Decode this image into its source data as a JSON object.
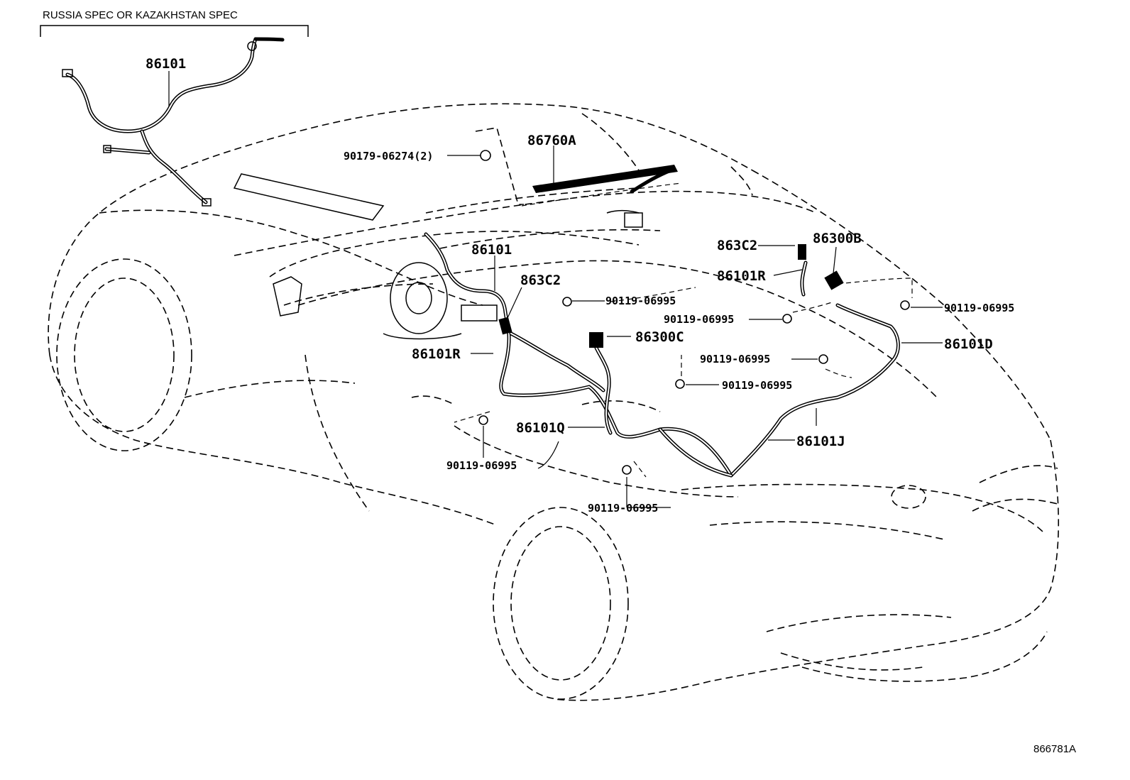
{
  "header": {
    "spec_note": "RUSSIA SPEC OR KAZAKHSTAN SPEC"
  },
  "figure_id": "866781A",
  "callouts": {
    "harness_russia": "86101",
    "nut": "90179-06274(2)",
    "antenna": "86760A",
    "harness_main": "86101",
    "cable_863c2_left": "863C2",
    "cable_86101r_left": "86101R",
    "amp_86300c": "86300C",
    "cable_86101q": "86101Q",
    "cable_86101j": "86101J",
    "cable_863c2_right": "863C2",
    "amp_86300b": "86300B",
    "cable_86101r_right": "86101R",
    "cable_86101d": "86101D",
    "bolt_1": "90119-06995",
    "bolt_2": "90119-06995",
    "bolt_3": "90119-06995",
    "bolt_4": "90119-06995",
    "bolt_5": "90119-06995",
    "bolt_6": "90119-06995",
    "bolt_7": "90119-06995"
  }
}
